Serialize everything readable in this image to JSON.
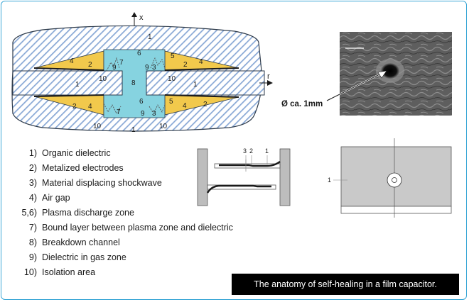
{
  "cross_section": {
    "axis_x": "x",
    "axis_r": "r",
    "top_labels": [
      "1",
      "4",
      "2",
      "6",
      "9",
      "7",
      "5",
      "9",
      "3",
      "2",
      "4"
    ],
    "middle_labels": [
      "1",
      "10",
      "8",
      "10",
      "1"
    ],
    "bottom_labels": [
      "2",
      "4",
      "7",
      "6",
      "9",
      "3",
      "5",
      "4",
      "2",
      "10",
      "1",
      "10"
    ]
  },
  "micrograph": {
    "diameter_label": "Ø ca. 1mm"
  },
  "side_view": {
    "labels": [
      "3",
      "2",
      "1"
    ]
  },
  "top_view": {
    "label": "1"
  },
  "legend": [
    {
      "num": "1)",
      "text": "Organic dielectric"
    },
    {
      "num": "2)",
      "text": "Metalized electrodes"
    },
    {
      "num": "3)",
      "text": "Material displacing shockwave"
    },
    {
      "num": "4)",
      "text": "Air gap"
    },
    {
      "num": "5,6)",
      "text": "Plasma discharge zone"
    },
    {
      "num": "7)",
      "text": "Bound layer between plasma zone and dielectric"
    },
    {
      "num": "8)",
      "text": "Breakdown channel"
    },
    {
      "num": "9)",
      "text": "Dielectric in gas zone"
    },
    {
      "num": "10)",
      "text": "Isolation area"
    }
  ],
  "caption": "The anatomy of self-healing in a film capacitor.",
  "colors": {
    "frame": "#3ba7d6",
    "dielectric_hatch": "#8aa9d6",
    "air_gap": "#f2c94c",
    "plasma": "#86d3e0",
    "caption_bg": "#000000"
  }
}
